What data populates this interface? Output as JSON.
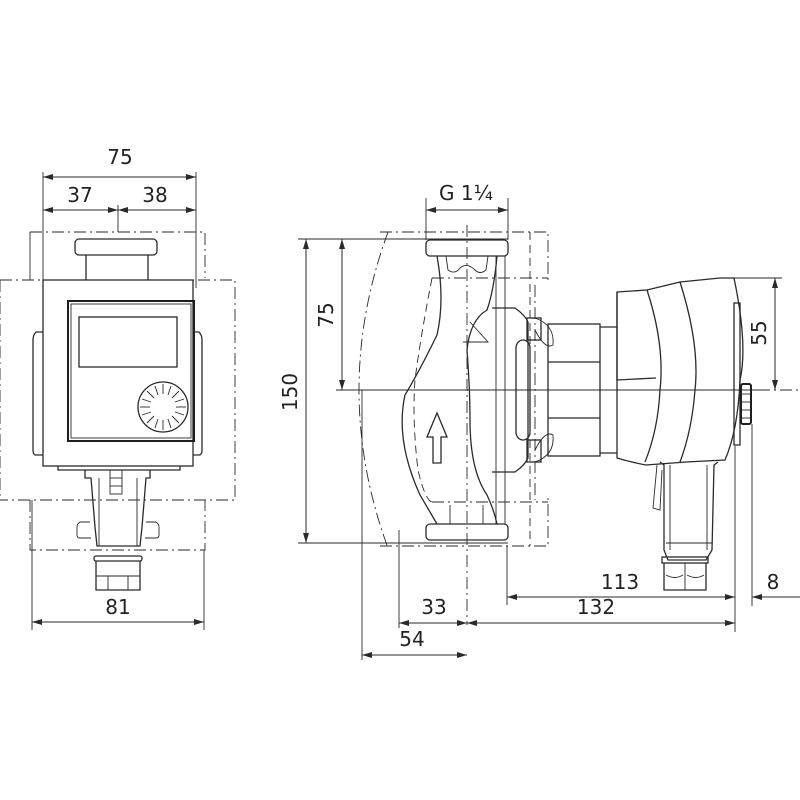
{
  "drawing": {
    "front_view": {
      "overall_width_top": "75",
      "left_half_width": "37",
      "right_half_width": "38",
      "bottom_width": "81"
    },
    "side_view": {
      "thread_size": "G 1¼",
      "total_height": "150",
      "half_height": "75",
      "motor_upper_height": "55",
      "depth_to_connector": "113",
      "depth_total": "132",
      "knob_offset": "8",
      "axis_to_front": "33",
      "axis_to_back": "54"
    },
    "colors": {
      "line": "#2a2a2a",
      "background": "#ffffff"
    }
  }
}
